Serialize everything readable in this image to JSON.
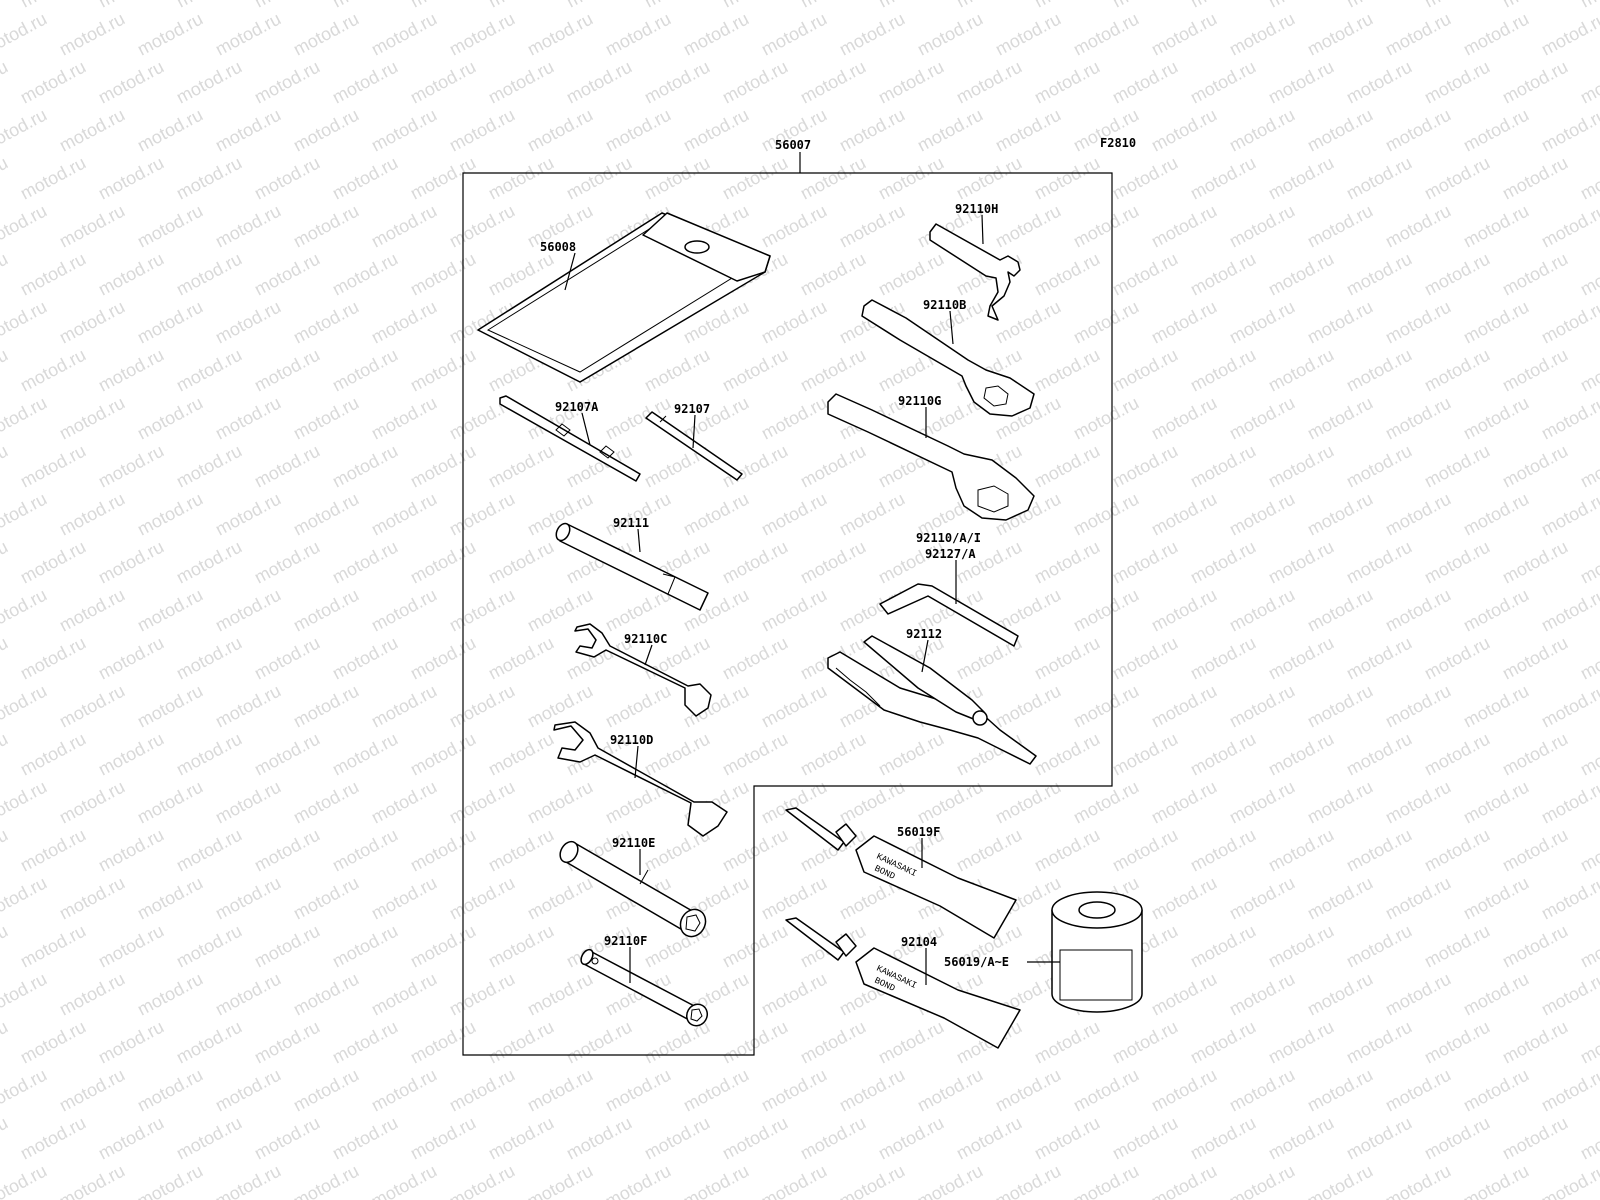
{
  "figure_code": "F2810",
  "watermark": "motod.ru",
  "kit_number": "56007",
  "parts": {
    "pouch": "56008",
    "screwdriver_bit_a": "92107A",
    "screwdriver_bit": "92107",
    "handle": "92111",
    "wrench_c": "92110C",
    "wrench_d": "92110D",
    "socket_e": "92110E",
    "socket_f": "92110F",
    "hook_wrench_h": "92110H",
    "ring_wrench_b": "92110B",
    "ring_wrench_g": "92110G",
    "hex_key_line1": "92110/A/I",
    "hex_key_line2": "92127/A",
    "pliers": "92112",
    "bond_tube_f": "56019F",
    "bond_tube": "92104",
    "can": "56019/A~E"
  },
  "tube_print": [
    "KAWASAKI",
    "BOND"
  ]
}
